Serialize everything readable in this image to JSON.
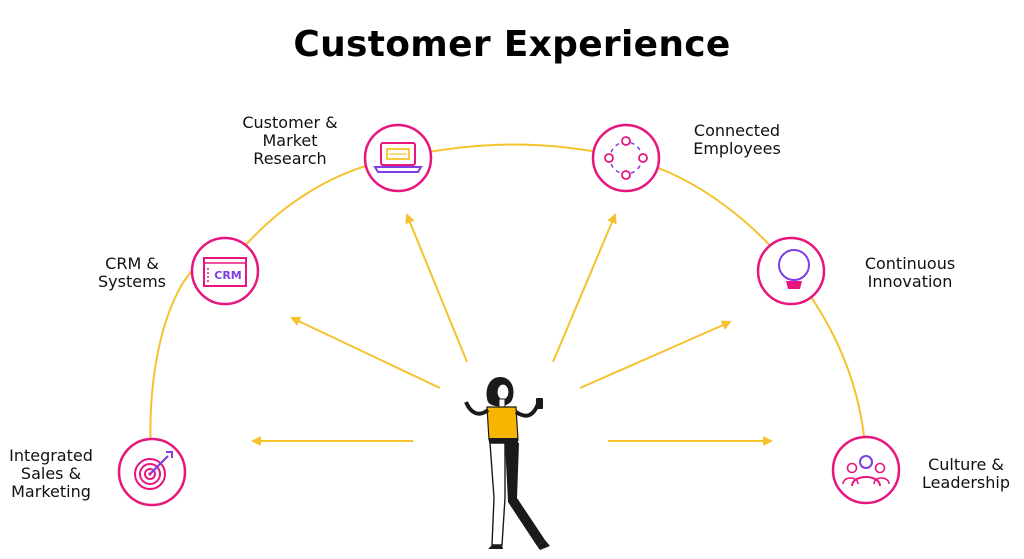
{
  "title": "Customer Experience",
  "nodes": [
    {
      "label": "Integrated\nSales &\nMarketing",
      "icon": "target-icon"
    },
    {
      "label": "CRM &\nSystems",
      "icon": "crm-window-icon",
      "icon_text": "CRM"
    },
    {
      "label": "Customer &\nMarket\nResearch",
      "icon": "laptop-icon"
    },
    {
      "label": "Connected\nEmployees",
      "icon": "people-network-icon"
    },
    {
      "label": "Continuous\nInnovation",
      "icon": "lightbulb-icon"
    },
    {
      "label": "Culture &\nLeadership",
      "icon": "team-icon"
    }
  ],
  "center_figure": "woman-figure-icon",
  "colors": {
    "arc": "#F5C22E",
    "arrow": "#F5C22E",
    "circle_border": "#E8157F",
    "icon_pink": "#E8157F",
    "icon_purple": "#7B3FE4",
    "figure_shirt": "#F7B500",
    "figure_dark": "#1A1A1A"
  }
}
